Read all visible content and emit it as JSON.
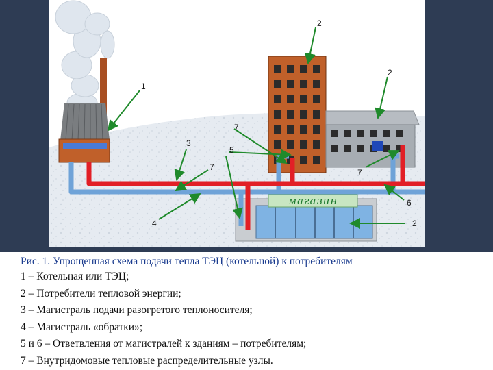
{
  "diagram": {
    "shop_sign": "магазин",
    "building_plaque": "",
    "labels": {
      "heat_plant": "1",
      "consumer_tower": "2",
      "consumer_right": "2",
      "consumer_shop": "2",
      "supply_main": "3",
      "return_main": "4",
      "branch_5": "5",
      "branch_6": "6",
      "node_7_top": "7",
      "node_7_mid": "7",
      "node_7_right": "7"
    },
    "colors": {
      "supply_pipe": "#e21f26",
      "return_pipe": "#6fa3d8",
      "arrow": "#1f8a2b",
      "snow": "#e7ecf2",
      "brick": "#c0602a"
    }
  },
  "caption": {
    "title": "Рис. 1. Упрощенная схема подачи тепла ТЭЦ (котельной) к потребителям",
    "items": [
      "1 – Котельная или ТЭЦ;",
      "2 – Потребители тепловой энергии;",
      "3 – Магистраль подачи разогретого теплоносителя;",
      "4 – Магистраль «обратки»;",
      "5 и 6 – Ответвления от магистралей к зданиям – потребителям;",
      "7 – Внутридомовые тепловые распределительные узлы."
    ]
  }
}
